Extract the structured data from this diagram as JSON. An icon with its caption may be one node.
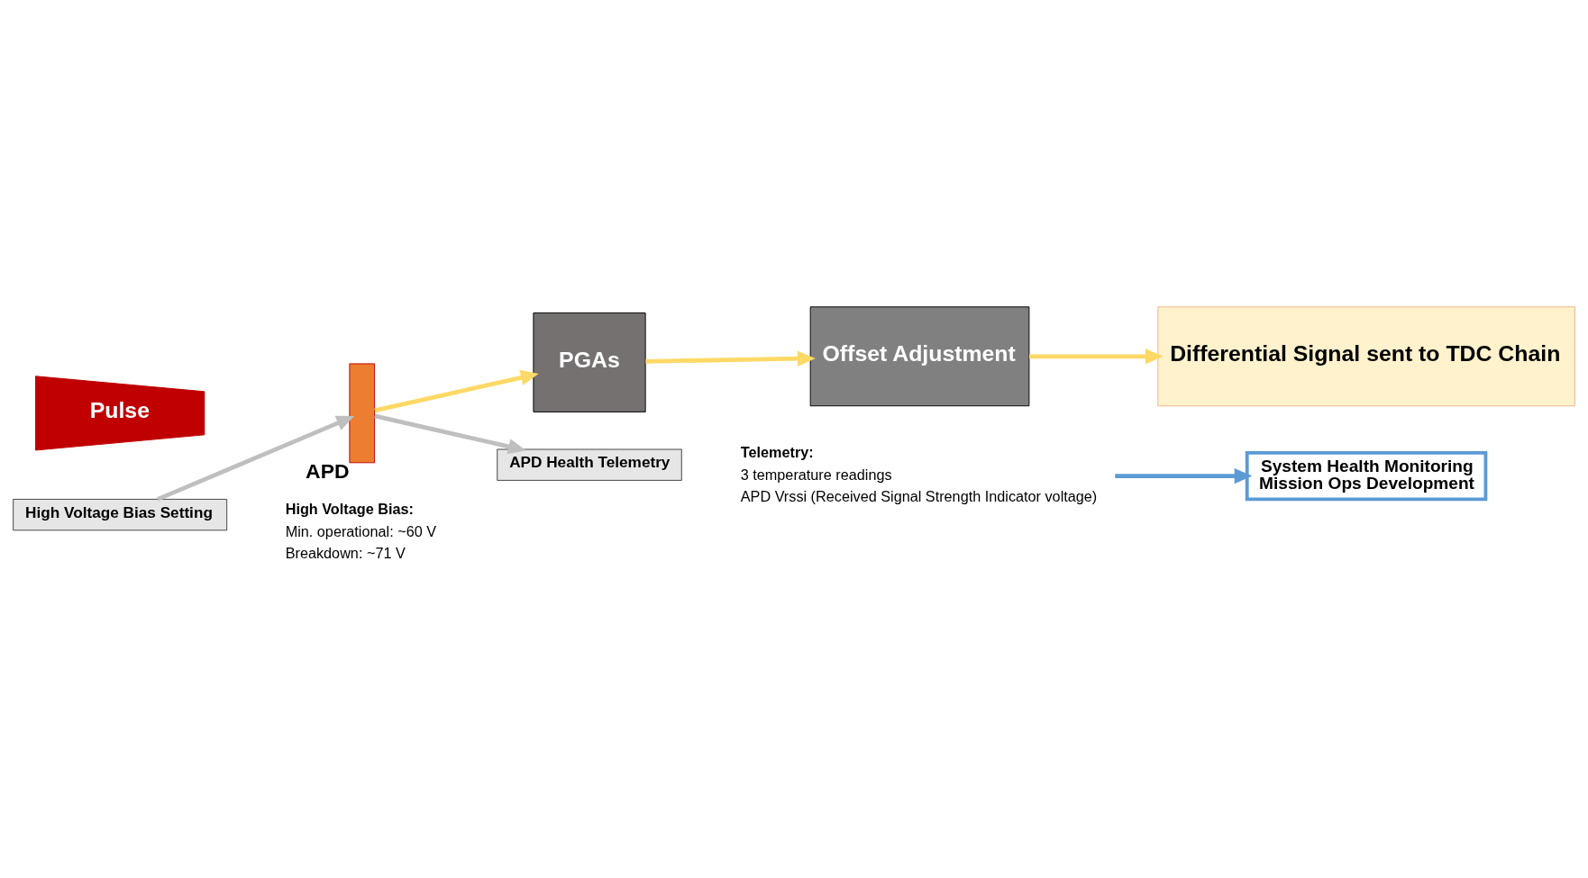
{
  "diagram": {
    "nodes": [
      {
        "text": [
          "High Voltage Bias Setting"
        ]
      },
      {
        "text": [
          "Pulse"
        ]
      },
      {
        "text": [
          "APD"
        ]
      },
      {
        "text": [
          "PGAs"
        ]
      },
      {
        "text": [
          "Offset Adjustment"
        ]
      },
      {
        "text": [
          "Differential Signal sent to TDC Chain"
        ]
      },
      {
        "text": [
          "APD Health Telemetry"
        ]
      },
      {
        "text": [
          "Telemetry:",
          "3 temperature readings",
          "APD Vrssi (Received Signal Strength Indicator voltage)"
        ]
      },
      {
        "text": [
          "System Health Monitoring",
          "Mission Ops Development"
        ]
      }
    ],
    "edges": [
      {
        "from": 0,
        "to": 2,
        "arrow": "to",
        "color": "#bfbfbf"
      },
      {
        "from": 2,
        "to": 3,
        "arrow": "to"
      },
      {
        "from": 3,
        "to": 4,
        "arrow": "to"
      },
      {
        "from": 4,
        "to": 5,
        "arrow": "to"
      },
      {
        "from": 2,
        "to": 6,
        "arrow": "to",
        "color": "#bfbfbf"
      },
      {
        "from": 7,
        "to": 8,
        "arrow": "to",
        "color": "#5b9bd5"
      }
    ],
    "labels": [
      "High Voltage Bias:",
      "Min. operational: ~60 V",
      "Breakdown: ~71 V"
    ]
  }
}
